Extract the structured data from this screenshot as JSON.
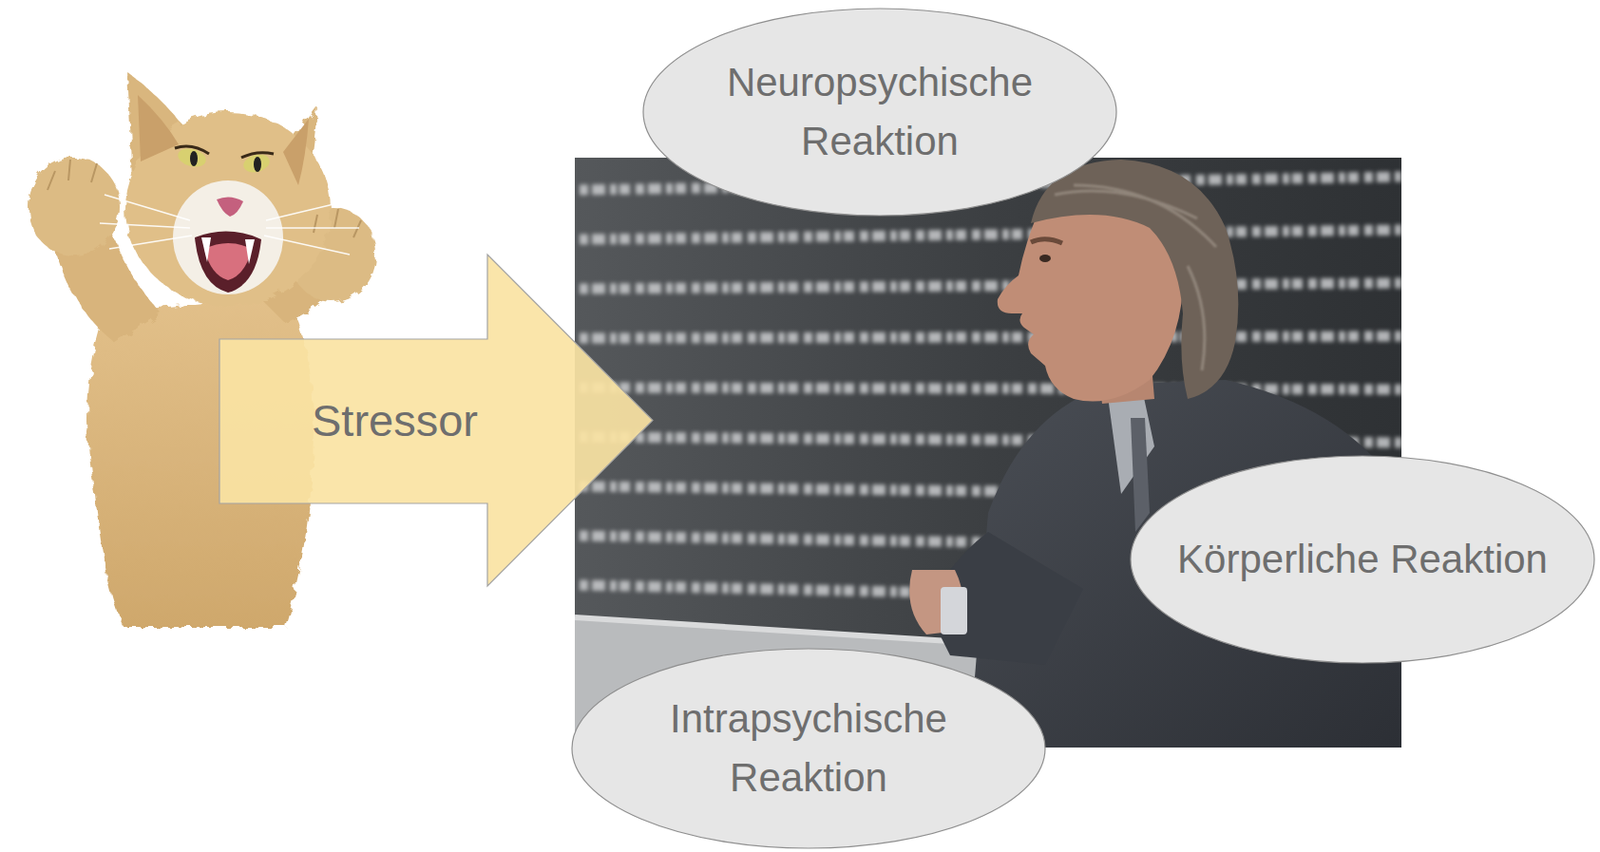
{
  "diagram": {
    "nodes": [
      {
        "text": [
          "Stressor"
        ]
      },
      {
        "text": [
          "Neuropsychische Reaktion"
        ]
      },
      {
        "text": [
          "Körperliche Reaktion"
        ]
      },
      {
        "text": [
          "Intrapsychische Reaktion"
        ]
      }
    ]
  }
}
